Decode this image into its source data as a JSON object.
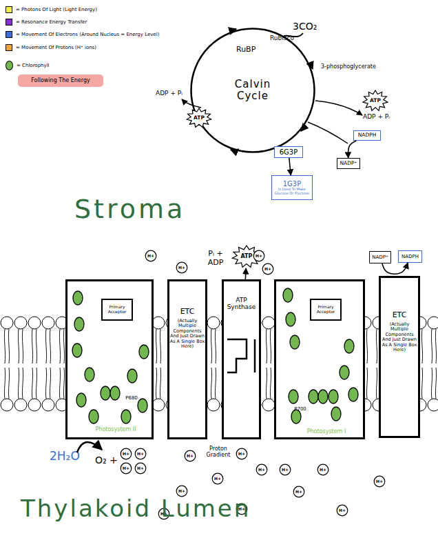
{
  "diagram": {
    "nodes": [
      {
        "text": [
          "Following The Energy"
        ]
      },
      {
        "text": [
          "Calvin Cycle"
        ]
      },
      {
        "text": [
          "ATP"
        ]
      },
      {
        "text": [
          "ATP"
        ]
      },
      {
        "text": [
          "NADPH"
        ]
      },
      {
        "text": [
          "NADP⁺"
        ]
      },
      {
        "text": [
          "6G3P"
        ]
      },
      {
        "text": [
          "1G3P",
          "Is Used To Make Glucose Or Fructose"
        ]
      },
      {
        "text": [
          "ATP"
        ]
      },
      {
        "text": [
          "NADP⁺"
        ]
      },
      {
        "text": [
          "NADPH"
        ]
      },
      {
        "text": [
          "H+"
        ]
      },
      {
        "text": [
          "H+"
        ]
      },
      {
        "text": [
          "H+"
        ]
      },
      {
        "text": [
          "H+"
        ]
      },
      {
        "text": [
          "P680",
          "Photosystem II"
        ]
      },
      {
        "text": [
          "Primary Acceptor"
        ],
        "in": 15
      },
      {
        "text": [
          "ETC",
          "(Actually Multiple Components And Just Drawn As A Single Box Here)"
        ]
      },
      {
        "text": [
          "ATP Synthase"
        ]
      },
      {
        "text": [
          "P700",
          "Photosystem I"
        ]
      },
      {
        "text": [
          "Primary Acceptor"
        ],
        "in": 19
      },
      {
        "text": [
          "ETC",
          "(Actually Multiple Components And Just Drawn As A Single Box Here)"
        ]
      },
      {
        "text": [
          "H+"
        ]
      },
      {
        "text": [
          "H+"
        ]
      },
      {
        "text": [
          "H+"
        ]
      },
      {
        "text": [
          "H+"
        ]
      },
      {
        "text": [
          "H+"
        ]
      },
      {
        "text": [
          "H+"
        ]
      },
      {
        "text": [
          "H+"
        ]
      },
      {
        "text": [
          "H+"
        ]
      },
      {
        "text": [
          "H+"
        ]
      },
      {
        "text": [
          "H+"
        ]
      },
      {
        "text": [
          "H+"
        ]
      },
      {
        "text": [
          "H+"
        ]
      },
      {
        "text": [
          "H+"
        ]
      },
      {
        "text": [
          "H+"
        ]
      },
      {
        "text": [
          "H+"
        ]
      },
      {
        "text": [
          "H+"
        ]
      }
    ],
    "edges": [
      {
        "from": 4,
        "to": 5,
        "arrow": "to"
      },
      {
        "from": 6,
        "to": 7,
        "arrow": "to"
      },
      {
        "from": 18,
        "to": 8,
        "arrow": "to"
      },
      {
        "from": 9,
        "to": 10,
        "arrow": "to"
      }
    ],
    "labels": [
      "3CO₂",
      "Rubisco",
      "RuBP",
      "3-phosphoglycerate",
      "ADP + Pᵢ",
      "ADP + Pᵢ",
      "Stroma",
      "Pᵢ + ADP",
      "2H₂O",
      "O₂ +",
      "Proton Gradient",
      "Thylakoid Lumen"
    ],
    "legend": [
      {
        "text": "= Photons Of Light (Light Energy)",
        "color": "#f7ee3a"
      },
      {
        "text": "= Resonance Energy Transfer",
        "color": "#8e2bd6"
      },
      {
        "text": "= Movement Of Electrons (Around Nucleus = Energy Level)",
        "color": "#3a6fe0"
      },
      {
        "text": "= Movement Of Protons (H⁺ ions)",
        "color": "#f2a236"
      },
      {
        "text": "= Chlorophyll",
        "color": "#72b84f"
      }
    ]
  }
}
